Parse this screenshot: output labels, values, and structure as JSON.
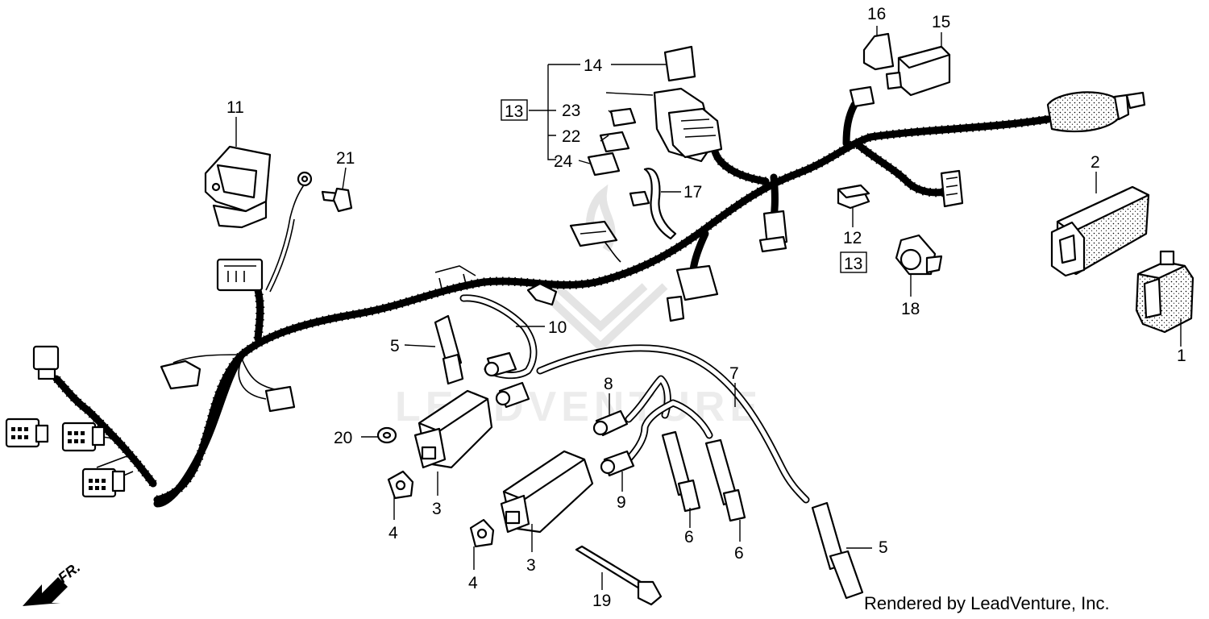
{
  "diagram": {
    "title": "",
    "callouts": [
      {
        "id": "1",
        "label": "1"
      },
      {
        "id": "2",
        "label": "2"
      },
      {
        "id": "3a",
        "label": "3"
      },
      {
        "id": "3b",
        "label": "3"
      },
      {
        "id": "4a",
        "label": "4"
      },
      {
        "id": "4b",
        "label": "4"
      },
      {
        "id": "5a",
        "label": "5"
      },
      {
        "id": "5b",
        "label": "5"
      },
      {
        "id": "6a",
        "label": "6"
      },
      {
        "id": "6b",
        "label": "6"
      },
      {
        "id": "7",
        "label": "7"
      },
      {
        "id": "8",
        "label": "8"
      },
      {
        "id": "9",
        "label": "9"
      },
      {
        "id": "10",
        "label": "10"
      },
      {
        "id": "11",
        "label": "11"
      },
      {
        "id": "12",
        "label": "12"
      },
      {
        "id": "13a",
        "label": "13"
      },
      {
        "id": "13b",
        "label": "13"
      },
      {
        "id": "14",
        "label": "14"
      },
      {
        "id": "15",
        "label": "15"
      },
      {
        "id": "16",
        "label": "16"
      },
      {
        "id": "17",
        "label": "17"
      },
      {
        "id": "18",
        "label": "18"
      },
      {
        "id": "19",
        "label": "19"
      },
      {
        "id": "20",
        "label": "20"
      },
      {
        "id": "21",
        "label": "21"
      },
      {
        "id": "22",
        "label": "22"
      },
      {
        "id": "23",
        "label": "23"
      },
      {
        "id": "24",
        "label": "24"
      }
    ],
    "direction_label": "FR.",
    "watermark": "LEADVENTURE",
    "credit": "Rendered by LeadVenture, Inc."
  }
}
